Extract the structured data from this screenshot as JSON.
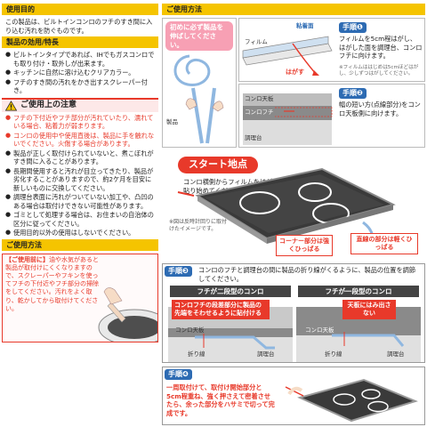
{
  "purpose": {
    "header": "使用目的",
    "text": "この製品は、ビルトインコンロのフチのすき間に入り込む汚れを防ぐものです。"
  },
  "features": {
    "header": "製品の効用/特長",
    "items": [
      "ビルトインタイプであれば、IHでもガスコンロでも取り付け・取外しが出来ます。",
      "キッチンに自然に溶け込むクリアカラー。",
      "フチのすき間の汚れをかき出すスクレーパー付き。"
    ]
  },
  "caution": {
    "header": "ご使用上の注意",
    "red_items": [
      "フチの下付近やフチ部分が汚れていたり、濡れている場合、粘着力が弱まります。",
      "コンロの使用中や使用直後は、製品に手を触れないでください。火傷する場合があります。"
    ],
    "items": [
      "製品が正しく取付けられていないと、煮こぼれがすき間に入ることがあります。",
      "長期間使用すると汚れが目立ってきたり、製品が劣化することがありますので、約2ケ月を目安に新しいものに交換してください。",
      "調理台表面に汚れがついていない加工や、凸凹のある場合は取付けできない可能性があります。",
      "ゴミとして処理する場合は、お住まいの自治体の区分に従ってください。",
      "使用目的以外の使用はしないでください。"
    ]
  },
  "usage_left": {
    "header": "ご使用方法",
    "tag": "【ご使用前に】",
    "text": "油や水気があると製品が取付けにくくなりますので、スクレーパーやフキンを使ってフチの下付近やフチ部分の掃除をしてください。汚れをよく取り、乾かしてから取付けてください。"
  },
  "usage_right": {
    "header": "ご使用方法",
    "stretch_note": "初めに必ず製品を伸ばしてください。",
    "product_label": "製品",
    "adhesive_label": "粘着面",
    "film_label": "フィルム",
    "peel_label": "はがす",
    "step1": {
      "badge": "手順❶",
      "text": "フィルムを5cm程はがし、はがした面を調理台、コンロフチに向けます。"
    },
    "small_note": "※フィルムははじめは5cmほどはがし、少しずつはがしてください。",
    "diagram_labels": [
      "コンロ天板",
      "コンロフチ",
      "調理台"
    ],
    "step2": {
      "badge": "手順❷",
      "text": "幅の短い方(点線部分)をコンロ天板側に向けます。"
    },
    "start": {
      "tag": "スタート地点",
      "text": "コンロ横側からフィルムをはがし、貼り始めてください。"
    },
    "ccw_note": "※図は反時計回りに取付けたイメージです。",
    "corner_note": "コーナー部分は強くひっぱる",
    "straight_note": "直線の部分は軽くひっぱる",
    "step3": {
      "badge": "手順❸",
      "text": "コンロのフチと調理台の間に製品の折り線がくるように、製品の位置を調節してください。",
      "tab_two": "フチが二段型のコンロ",
      "tab_one": "フチが一段型のコンロ",
      "note_two": "コンロフチの段差部分に製品の先端をそわせるように貼付ける",
      "note_one": "天板にはみ出さない",
      "labels_two": [
        "コンロ天板",
        "折り線",
        "調理台"
      ],
      "labels_one": [
        "コンロ天板",
        "折り線",
        "調理台"
      ]
    },
    "step4": {
      "badge": "手順❹",
      "text": "一周取付けて、取付け開始部分と5cm程重ね、強く押さえて密着させたら、余った部分をハサミで切って完成です。"
    }
  },
  "colors": {
    "accent_yellow": "#f5c400",
    "accent_red": "#e8392a",
    "step_blue": "#2d6bb3",
    "note_pink": "#f7a0b4"
  }
}
